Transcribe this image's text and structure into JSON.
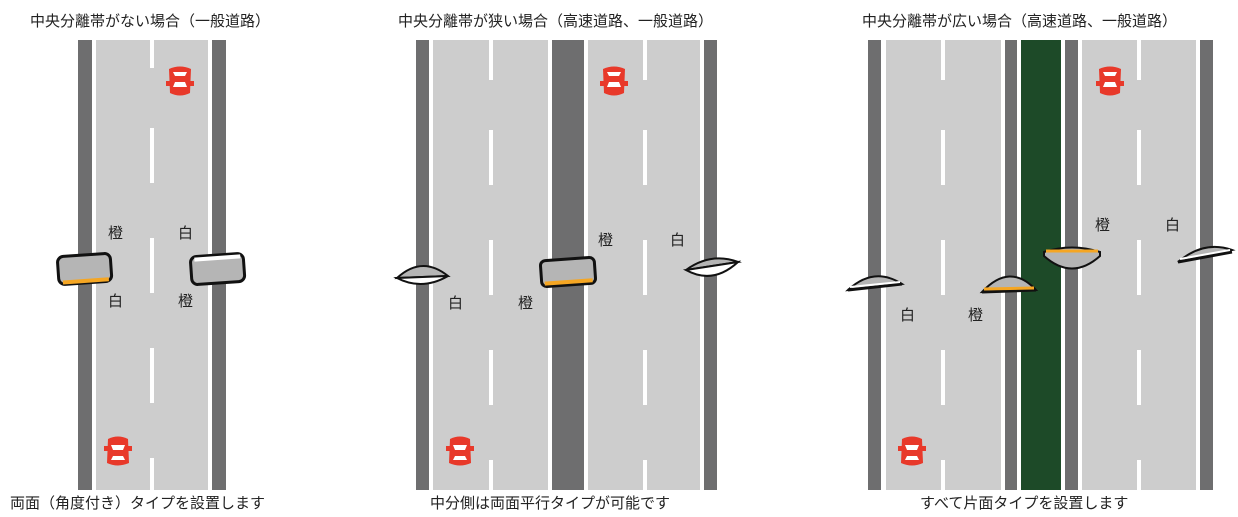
{
  "panels": [
    {
      "title": "中央分離帯がない場合（一般道路）",
      "caption": "両面（角度付き）タイプを設置します",
      "labels": [
        "橙",
        "白",
        "白",
        "橙"
      ]
    },
    {
      "title": "中央分離帯が狭い場合（高速道路、一般道路）",
      "caption": "中分側は両面平行タイプが可能です",
      "labels": [
        "白",
        "橙",
        "橙",
        "白"
      ]
    },
    {
      "title": "中央分離帯が広い場合（高速道路、一般道路）",
      "caption": "すべて片面タイプを設置します",
      "labels": [
        "白",
        "橙",
        "橙",
        "白"
      ]
    }
  ],
  "colors": {
    "road": "#cdcdcd",
    "edge": "#6e6e6f",
    "median_green": "#1d4a28",
    "car": "#e8392a",
    "orange_reflector": "#f5a623",
    "white_reflector": "#ffffff"
  },
  "icons": [
    "car-icon",
    "delineator-icon"
  ]
}
